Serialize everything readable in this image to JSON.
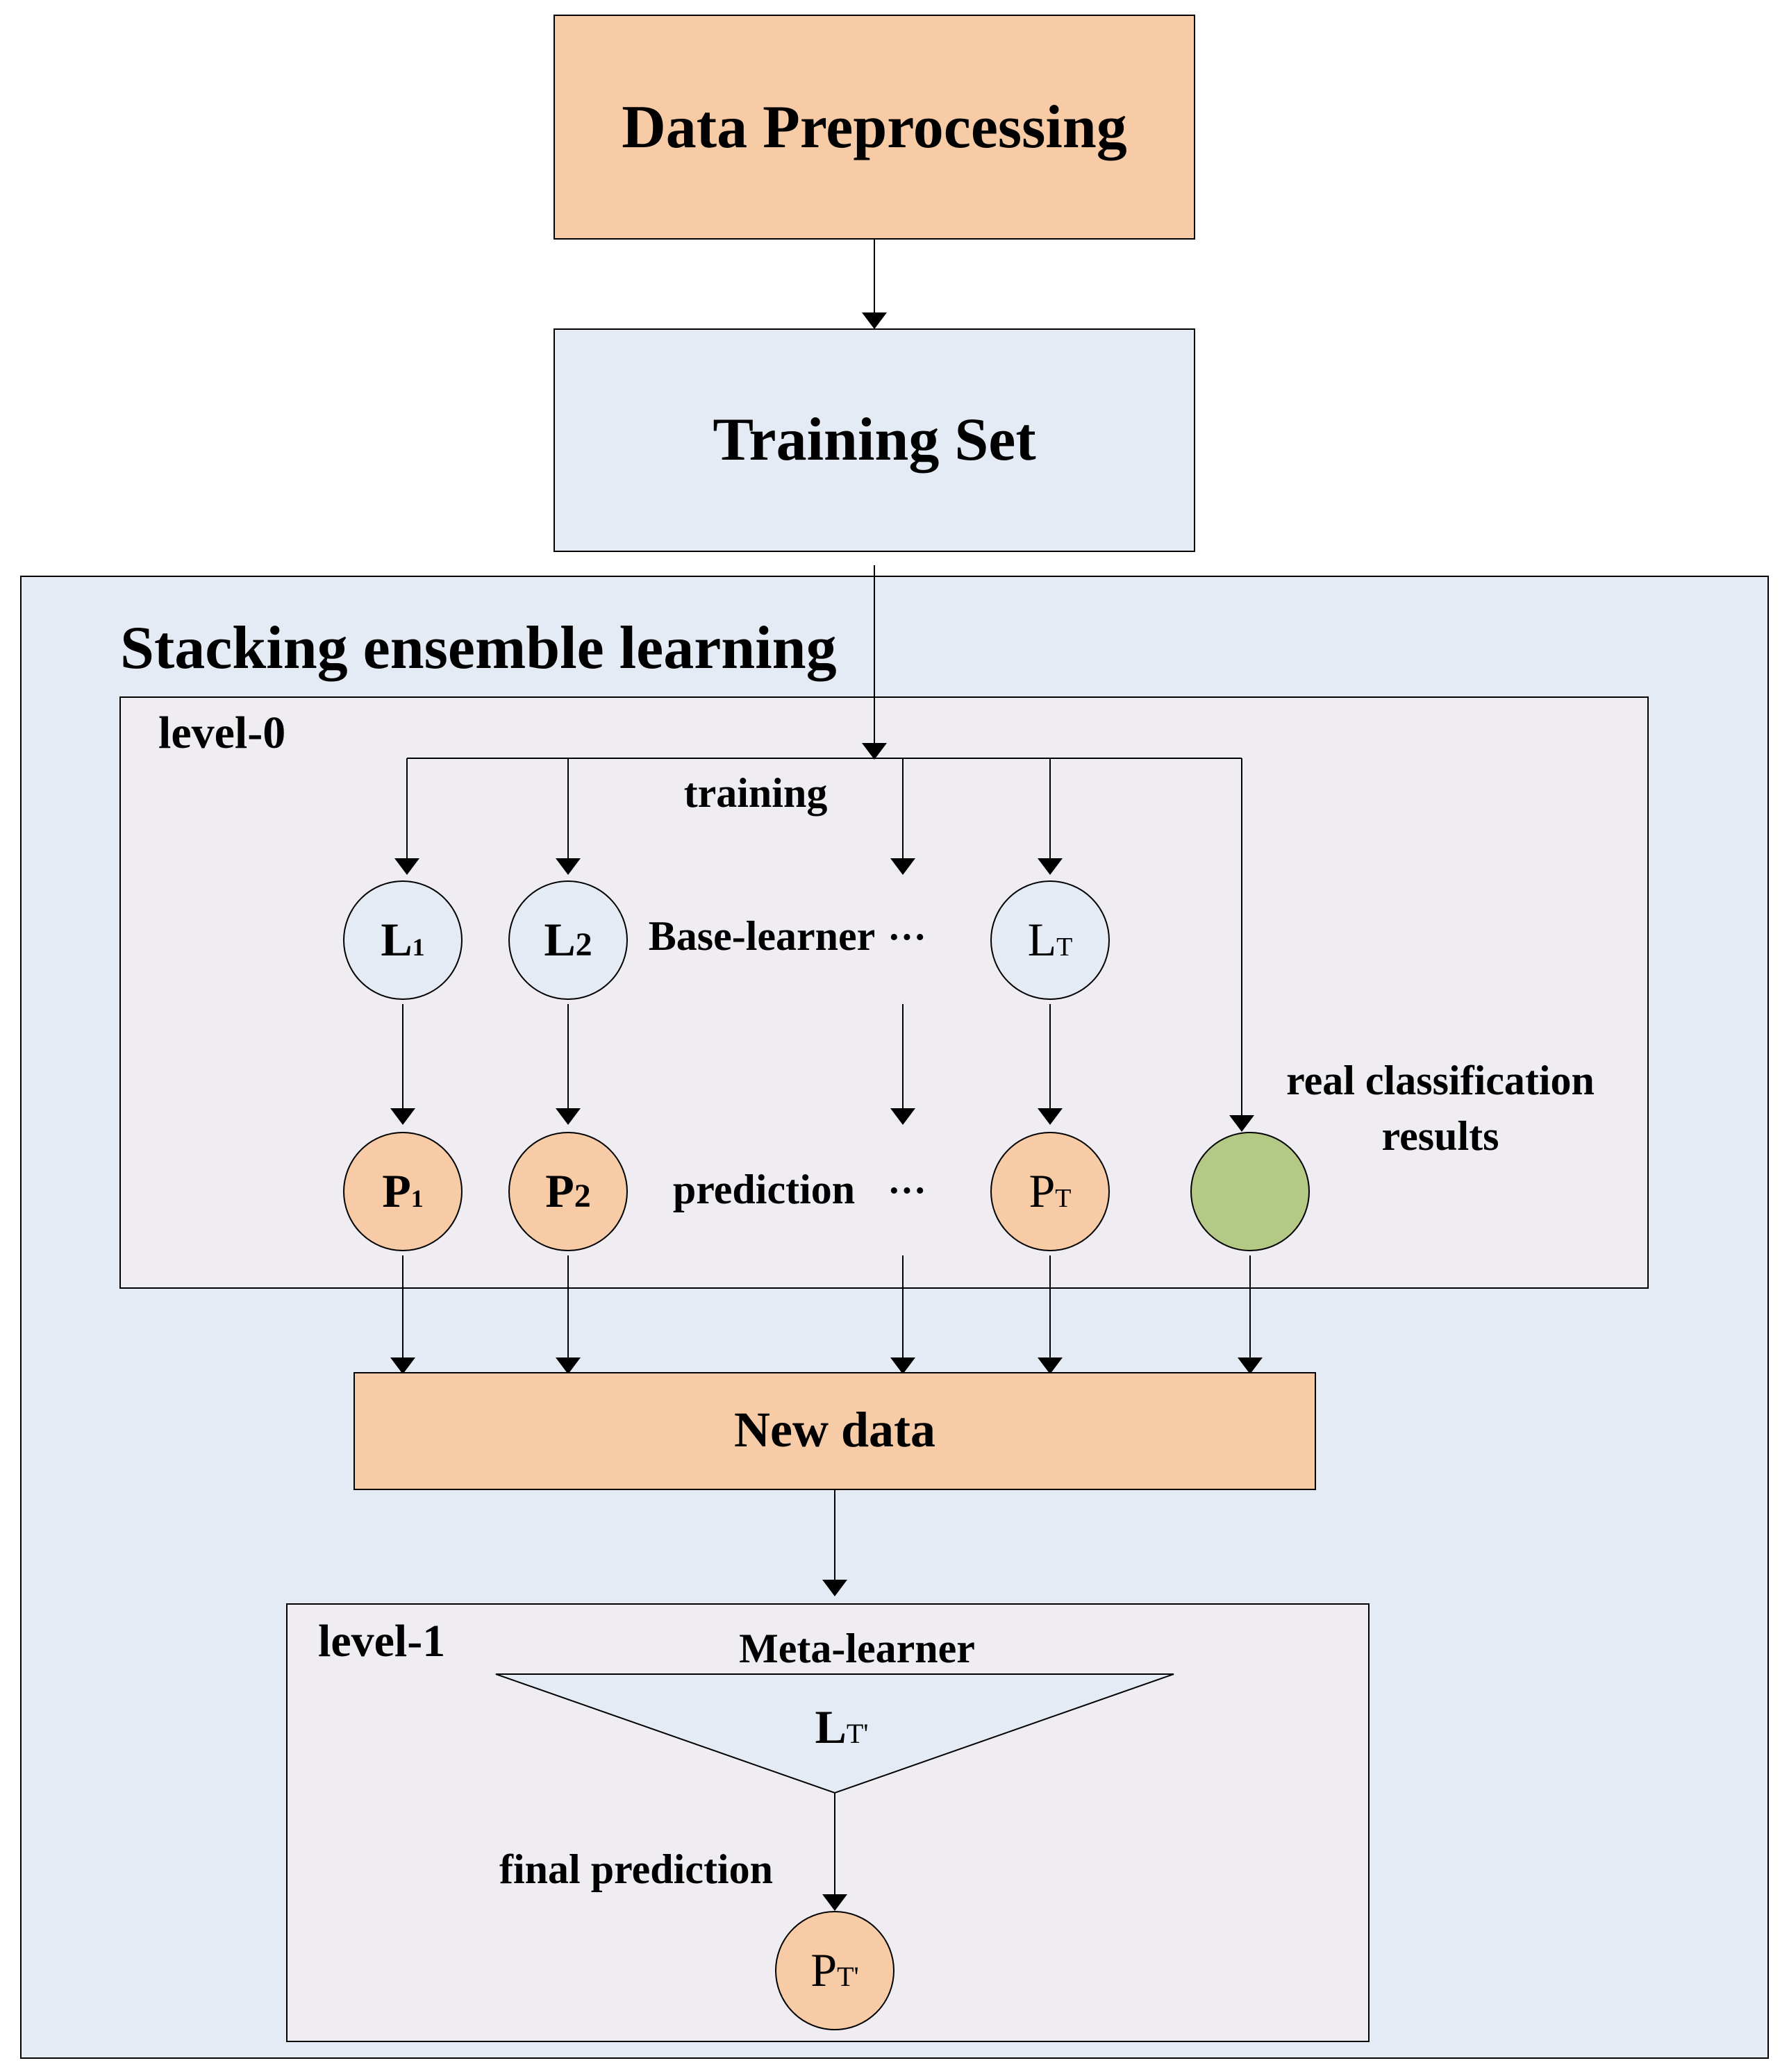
{
  "colors": {
    "peach": "#F8CBA7",
    "light_blue": "#E4EBF5",
    "lavender": "#EFEDF2",
    "green": "#B5C987",
    "stroke": "#000000"
  },
  "top": {
    "data_preprocessing": "Data Preprocessing",
    "training_set": "Training Set"
  },
  "stacking": {
    "title": "Stacking ensemble learning",
    "level0": {
      "label": "level-0",
      "training_label": "training",
      "base_learner_label": "Base-learner",
      "prediction_label": "prediction",
      "ellipsis": "···",
      "real_results_line1": "real classification",
      "real_results_line2": "results",
      "learners": [
        {
          "main": "L",
          "sub": "1"
        },
        {
          "main": "L",
          "sub": "2"
        },
        {
          "main": "L",
          "sub": "T"
        }
      ],
      "predictions": [
        {
          "main": "P",
          "sub": "1"
        },
        {
          "main": "P",
          "sub": "2"
        },
        {
          "main": "P",
          "sub": "T"
        }
      ]
    },
    "new_data": "New data",
    "level1": {
      "label": "level-1",
      "meta_learner_label": "Meta-learner",
      "meta_learner": {
        "main": "L",
        "sub": "T'"
      },
      "final_prediction_label": "final prediction",
      "final_prediction": {
        "main": "P",
        "sub": "T'"
      }
    }
  }
}
